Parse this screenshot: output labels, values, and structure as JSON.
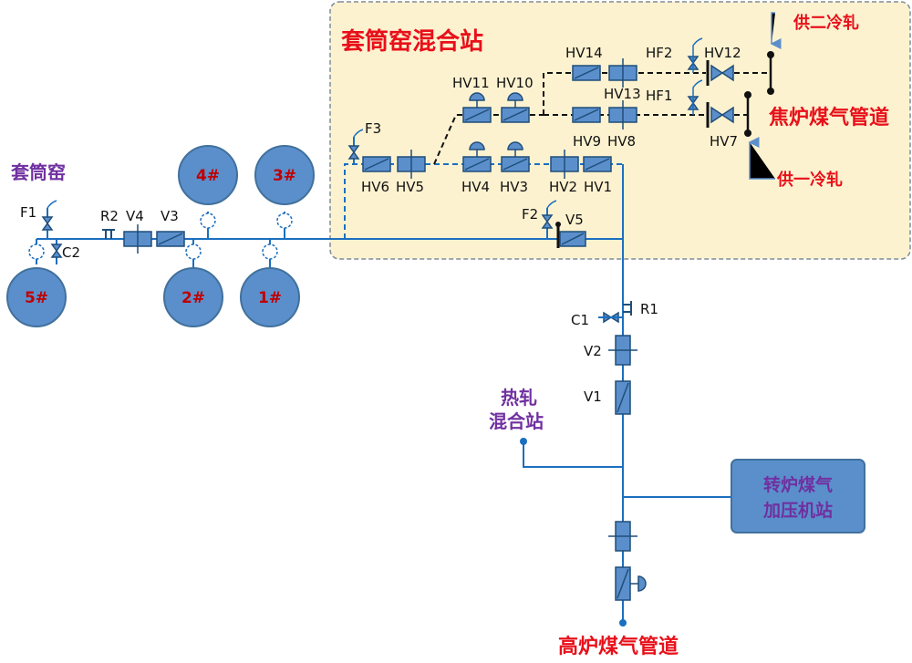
{
  "station": {
    "title": "套筒窑混合站"
  },
  "kiln_label": "套筒窑",
  "tanks": [
    "5#",
    "2#",
    "4#",
    "1#",
    "3#"
  ],
  "labels": {
    "F1": "F1",
    "C2": "C2",
    "R2": "R2",
    "V4": "V4",
    "V3": "V3",
    "F3": "F3",
    "HV6": "HV6",
    "HV5": "HV5",
    "HV4": "HV4",
    "HV3": "HV3",
    "HV2": "HV2",
    "HV1": "HV1",
    "HV11": "HV11",
    "HV10": "HV10",
    "HV14": "HV14",
    "HV13": "HV13",
    "HV9": "HV9",
    "HV8": "HV8",
    "HF2": "HF2",
    "HF1": "HF1",
    "HV12": "HV12",
    "HV7": "HV7",
    "F2": "F2",
    "V5": "V5",
    "C1": "C1",
    "R1": "R1",
    "V2": "V2",
    "V1": "V1"
  },
  "supply2": "供二冷轧",
  "supply1": "供一冷轧",
  "coke_pipe": "焦炉煤气管道",
  "hot_rolling": {
    "line1": "热轧",
    "line2": "混合站"
  },
  "converter": {
    "line1": "转炉煤气",
    "line2": "加压机站"
  },
  "bf_pipe": "高炉煤气管道",
  "colors": {
    "pipe": "#1b6fc0",
    "valve": "#5b8fcc",
    "station_bg": "#fdf2d0",
    "red": "#e8101a",
    "purple": "#7030a0"
  }
}
